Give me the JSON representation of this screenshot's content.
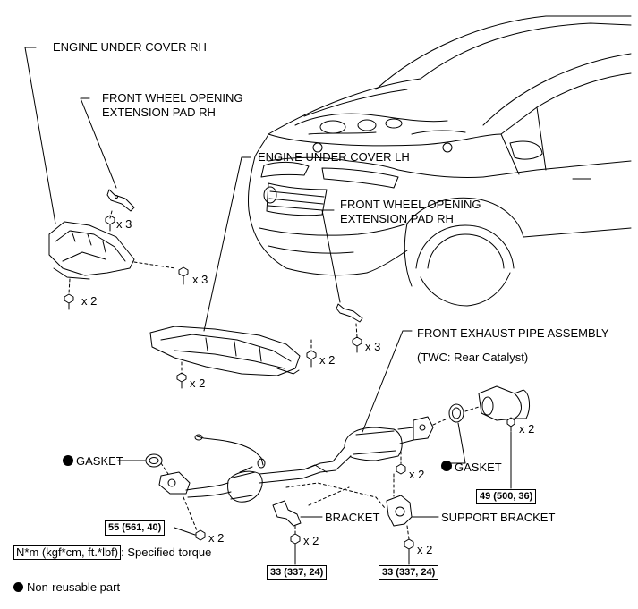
{
  "labels": {
    "engine_under_cover_rh": "ENGINE UNDER COVER RH",
    "front_wheel_pad_rh_1_line1": "FRONT WHEEL OPENING",
    "front_wheel_pad_rh_1_line2": "EXTENSION PAD RH",
    "engine_under_cover_lh": "ENGINE UNDER COVER LH",
    "front_wheel_pad_rh_2_line1": "FRONT WHEEL OPENING",
    "front_wheel_pad_rh_2_line2": "EXTENSION PAD RH",
    "front_exhaust_pipe": "FRONT EXHAUST PIPE ASSEMBLY",
    "twc_note": "(TWC: Rear Catalyst)",
    "gasket_left": "GASKET",
    "gasket_right": "GASKET",
    "bracket": "BRACKET",
    "support_bracket": "SUPPORT BRACKET"
  },
  "quantities": {
    "q_rh_pad_bolts": "x 3",
    "q_rh_cover_bolts_right": "x 3",
    "q_rh_cover_bolts_bottom": "x 2",
    "q_lh_cover_right": "x 2",
    "q_lh_cover_bottom": "x 2",
    "q_lh_pad_bolts": "x 3",
    "q_flange_bolts_right": "x 2",
    "q_center_nut": "x 2",
    "q_front_nuts": "x 2",
    "q_bracket_bolts": "x 2",
    "q_support_bolts": "x 2"
  },
  "torques": {
    "t_right_flange": "49 (500, 36)",
    "t_front": "55 (561, 40)",
    "t_bracket": "33 (337, 24)",
    "t_support": "33 (337, 24)"
  },
  "legend": {
    "torque_units": "N*m (kgf*cm, ft.*lbf)",
    "torque_desc": ": Specified torque",
    "non_reusable": "Non-reusable part"
  }
}
